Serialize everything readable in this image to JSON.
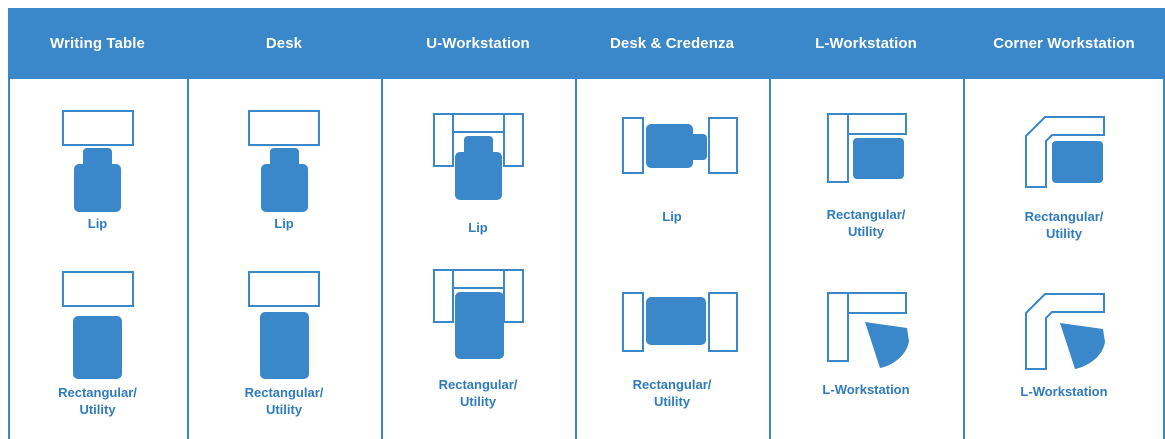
{
  "columns": [
    {
      "title": "Writing Table",
      "top_label": "Lip",
      "bottom_label": "Rectangular/\nUtility"
    },
    {
      "title": "Desk",
      "top_label": "Lip",
      "bottom_label": "Rectangular/\nUtility"
    },
    {
      "title": "U-Workstation",
      "top_label": "Lip",
      "bottom_label": "Rectangular/\nUtility"
    },
    {
      "title": "Desk & Credenza",
      "top_label": "Lip",
      "bottom_label": "Rectangular/\nUtility"
    },
    {
      "title": "L-Workstation",
      "top_label": "Rectangular/\nUtility",
      "bottom_label": "L-Workstation"
    },
    {
      "title": "Corner Workstation",
      "top_label": "Rectangular/\nUtility",
      "bottom_label": "L-Workstation"
    }
  ],
  "colors": {
    "accent": "#3a87c9",
    "label": "#2f7bbf"
  }
}
